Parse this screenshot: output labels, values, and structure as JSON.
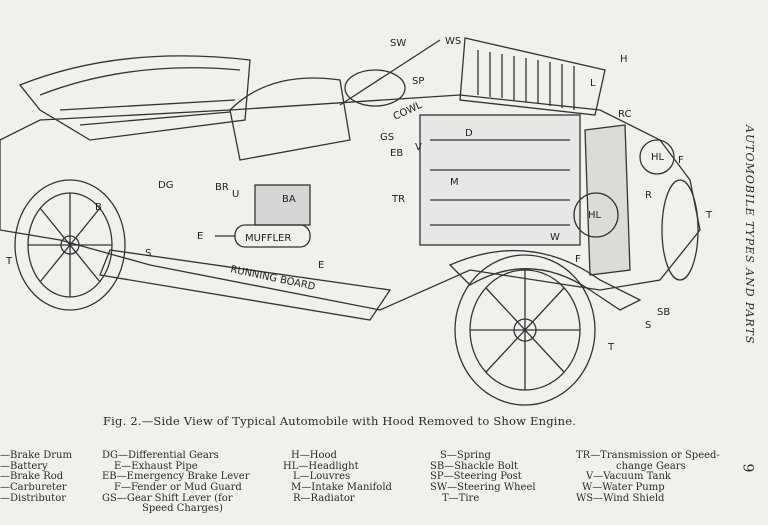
{
  "side_heading": "AUTOMOBILE TYPES AND PARTS",
  "page_number": "9",
  "figure": {
    "caption": "Fig. 2.—Side View of Typical Automobile with Hood Removed to Show Engine.",
    "labels": {
      "sw": "SW",
      "ws": "WS",
      "h": "H",
      "sp": "SP",
      "l": "L",
      "rc": "RC",
      "cowl": "COWL",
      "gs": "GS",
      "eb": "EB",
      "d": "D",
      "v": "V",
      "dg": "DG",
      "br": "BR",
      "ba": "BA",
      "u": "U",
      "b": "B",
      "e1": "E",
      "muffler": "MUFFLER",
      "e2": "E",
      "s1": "S",
      "tr": "TR",
      "m": "M",
      "w": "W",
      "hl1": "HL",
      "hl2": "HL",
      "f1": "F",
      "r": "R",
      "t1": "T",
      "f2": "F",
      "sb": "SB",
      "s2": "S",
      "t2": "T",
      "t3": "T",
      "running_board": "RUNNING BOARD"
    }
  },
  "legend": {
    "col1": [
      "—Brake Drum",
      "—Battery",
      "—Brake Rod",
      "—Carbureter",
      "—Distributor"
    ],
    "col2": [
      "DG—Differential Gears",
      "E—Exhaust Pipe",
      "EB—Emergency Brake Lever",
      "F—Fender or Mud Guard",
      "GS—Gear Shift Lever (for",
      "Speed Charges)"
    ],
    "col3": [
      "H—Hood",
      "HL—Headlight",
      "L—Louvres",
      "M—Intake Manifold",
      "R—Radiator"
    ],
    "col4": [
      "S—Spring",
      "SB—Shackle Bolt",
      "SP—Steering Post",
      "SW—Steering Wheel",
      "T—Tire"
    ],
    "col5": [
      "TR—Transmission or Speed-",
      "change Gears",
      "V—Vacuum Tank",
      "W—Water Pump",
      "WS—Wind Shield"
    ]
  }
}
